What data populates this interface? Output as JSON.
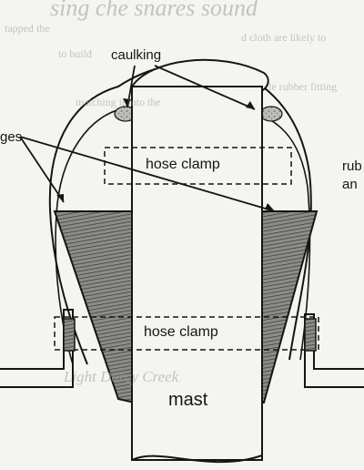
{
  "labels": {
    "caulking": "caulking",
    "hose_clamp_upper": "hose clamp",
    "hose_clamp_lower": "hose clamp",
    "mast": "mast",
    "left_cut": "ges",
    "right_cut_1": "rub",
    "right_cut_2": "an"
  },
  "background_text": {
    "top_heading": "sing che snares sound",
    "right_line_1": "d cloth are likely to",
    "right_line_2": "le rubber fitting",
    "left_line_1": "to build",
    "left_line_2": "tapped the",
    "left_line_3": "matching it into the",
    "bottom_heading": "Light Darcy Creek"
  },
  "colors": {
    "ink": "#151515",
    "paper": "#f4f4f1",
    "shade": "#6d6d6a"
  }
}
